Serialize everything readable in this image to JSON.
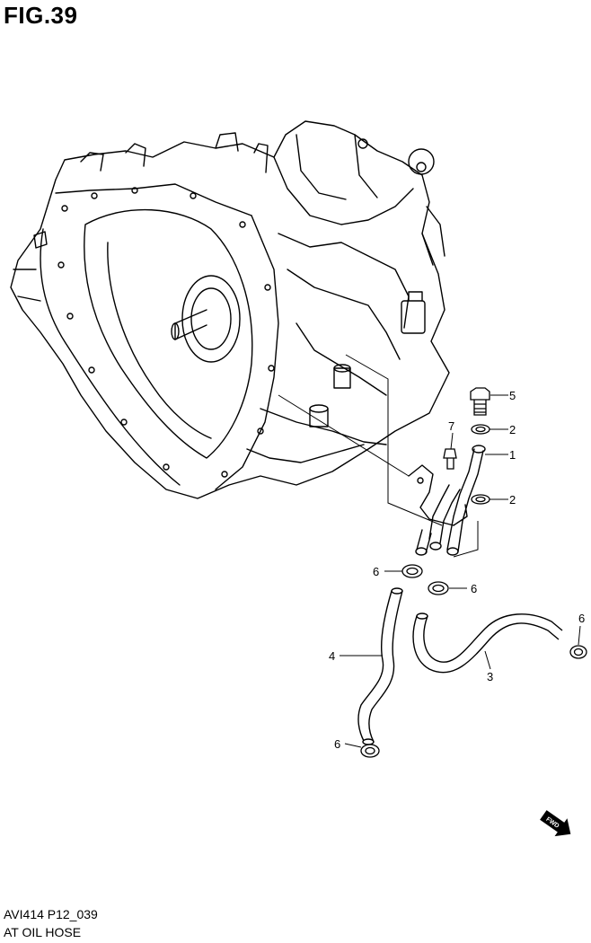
{
  "figure": {
    "title": "FIG.39",
    "code": "AVI414 P12_039",
    "name": "AT OIL HOSE"
  },
  "callouts": {
    "c1": "1",
    "c2a": "2",
    "c2b": "2",
    "c3": "3",
    "c4": "4",
    "c5": "5",
    "c6a": "6",
    "c6b": "6",
    "c6c": "6",
    "c6d": "6",
    "c7": "7"
  },
  "fwd_label": "FWD",
  "colors": {
    "line": "#000000",
    "background": "#ffffff"
  }
}
